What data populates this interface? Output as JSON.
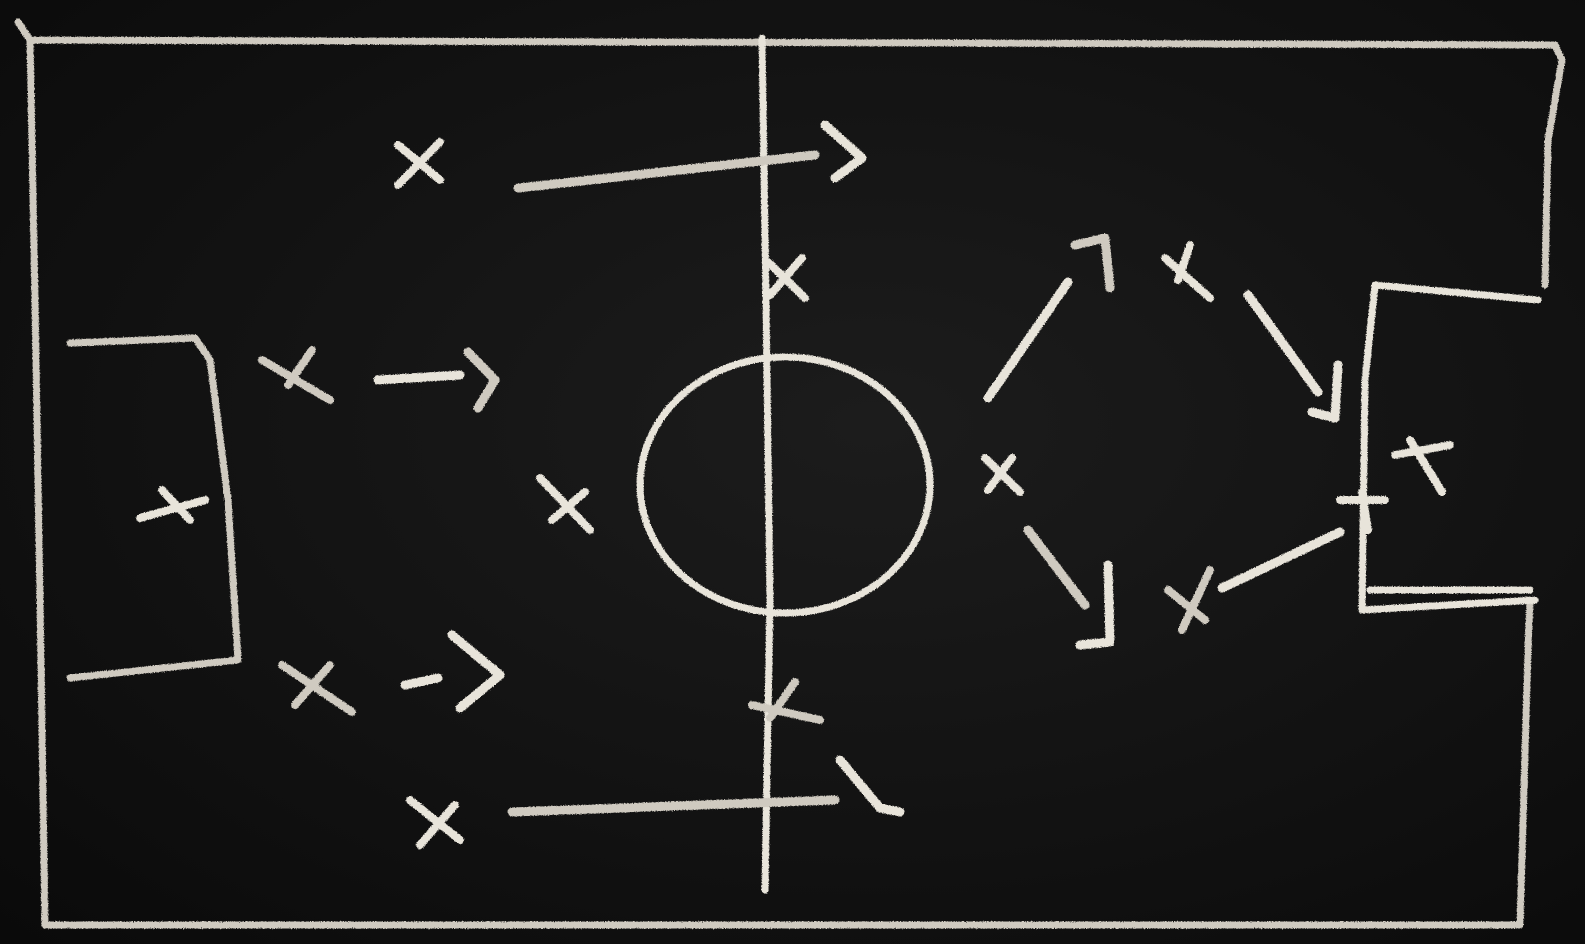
{
  "scene": {
    "description_colors": {
      "board": "#111111",
      "chalk": "#e8e4da",
      "chalk_soft": "#cfcac0"
    },
    "player_marker_symbol": "x",
    "pitch_elements": [
      "pitch-boundary",
      "halfway-line",
      "center-circle",
      "left-penalty-box",
      "right-penalty-box"
    ]
  }
}
